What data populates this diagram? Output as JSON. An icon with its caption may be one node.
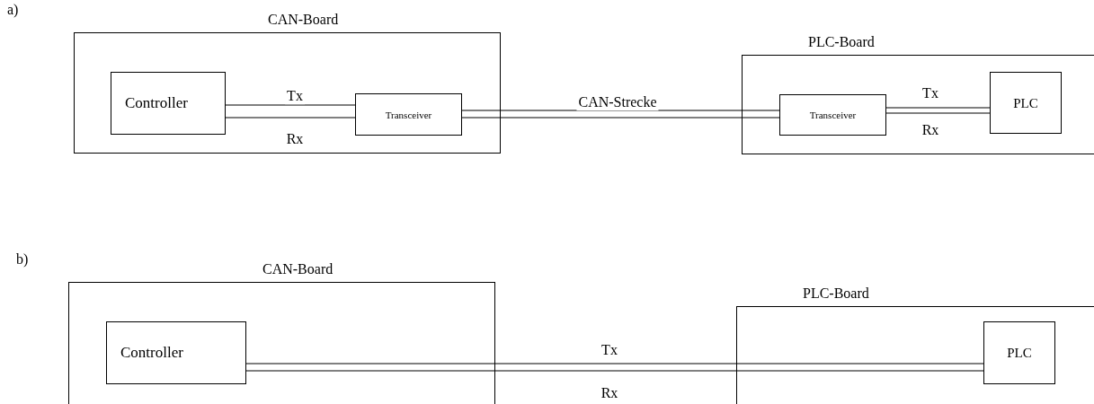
{
  "diagram": {
    "nodes": [
      {
        "text": [
          "CAN-Board"
        ]
      },
      {
        "text": [
          "Controller"
        ],
        "in": 0
      },
      {
        "text": [
          "Transceiver"
        ],
        "in": 0
      },
      {
        "text": [
          "PLC-Board"
        ]
      },
      {
        "text": [
          "Transceiver"
        ],
        "in": 3
      },
      {
        "text": [
          "PLC"
        ],
        "in": 3
      },
      {
        "text": [
          "CAN-Board"
        ]
      },
      {
        "text": [
          "Controller"
        ],
        "in": 6
      },
      {
        "text": [
          "PLC-Board"
        ]
      },
      {
        "text": [
          "PLC"
        ],
        "in": 8
      }
    ],
    "edges": [
      {
        "from": 1,
        "to": 2,
        "arrow": "none",
        "label": "Tx"
      },
      {
        "from": 1,
        "to": 2,
        "arrow": "none",
        "label": "Rx"
      },
      {
        "from": 2,
        "to": 4,
        "arrow": "none",
        "label": "CAN-Strecke"
      },
      {
        "from": 2,
        "to": 4,
        "arrow": "none"
      },
      {
        "from": 4,
        "to": 5,
        "arrow": "none",
        "label": "Tx"
      },
      {
        "from": 4,
        "to": 5,
        "arrow": "none",
        "label": "Rx"
      },
      {
        "from": 7,
        "to": 9,
        "arrow": "none",
        "label": "Tx"
      },
      {
        "from": 7,
        "to": 9,
        "arrow": "none",
        "label": "Rx"
      }
    ],
    "labels": [
      "a)",
      "b)"
    ]
  }
}
